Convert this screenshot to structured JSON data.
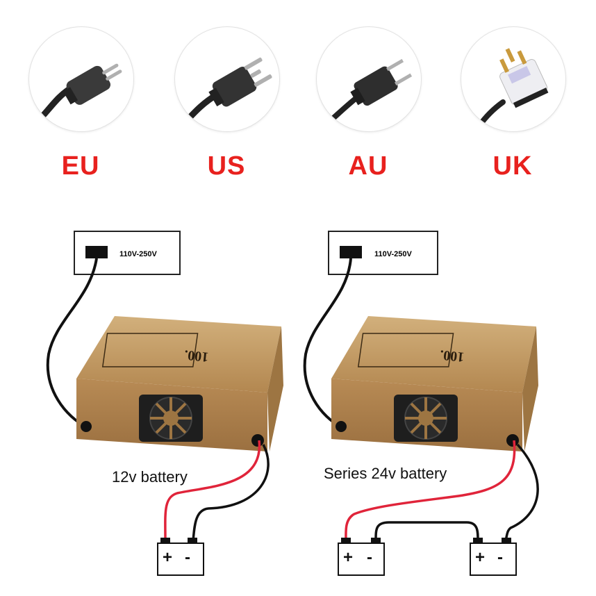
{
  "plugs": [
    {
      "label": "EU",
      "icon": "eu-plug-icon"
    },
    {
      "label": "US",
      "icon": "us-plug-icon"
    },
    {
      "label": "AU",
      "icon": "au-plug-icon"
    },
    {
      "label": "UK",
      "icon": "uk-plug-icon"
    }
  ],
  "colors": {
    "label": "#e8211e",
    "charger_body": "#b98c54",
    "red_wire": "#e0243a",
    "black_wire": "#111111"
  },
  "left_diagram": {
    "voltage": "110V-250V",
    "model": "100.",
    "caption": "12v battery",
    "batteries": [
      {
        "plus": "+",
        "minus": "-"
      }
    ]
  },
  "right_diagram": {
    "voltage": "110V-250V",
    "model": "100.",
    "caption": "Series 24v battery",
    "batteries": [
      {
        "plus": "+",
        "minus": "-"
      },
      {
        "plus": "+",
        "minus": "-"
      }
    ]
  }
}
